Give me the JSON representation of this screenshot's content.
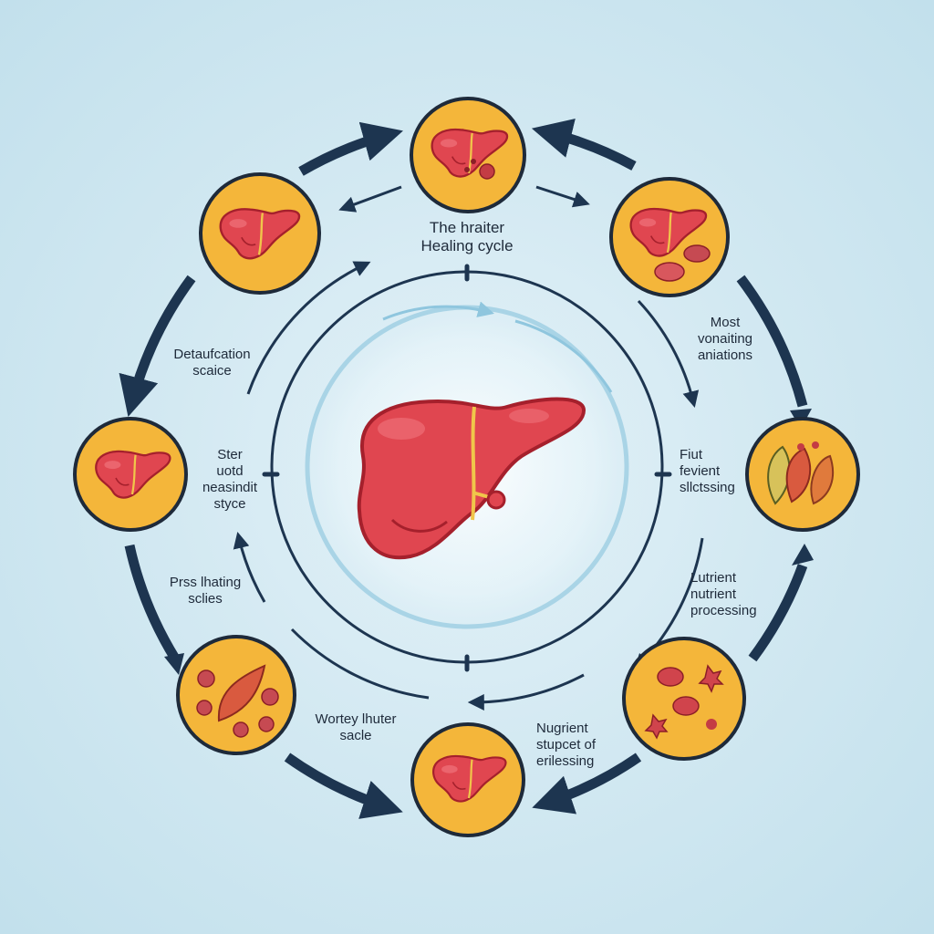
{
  "title": {
    "line1": "The hraiter",
    "line2": "Healing cycle"
  },
  "labels": {
    "top_right": [
      "Most",
      "vonaiting",
      "aniations"
    ],
    "right": [
      "Fiut",
      "fevient",
      "sllctssing"
    ],
    "lower_right": [
      "Lutrient",
      "nutrient",
      "processing"
    ],
    "bottom_right": [
      "Nugrient",
      "stupcet of",
      "erilessing"
    ],
    "bottom_left": [
      "Wortey lhuter",
      "sacle"
    ],
    "lower_left": [
      "Prss lhating",
      "sclies"
    ],
    "left": [
      "Ster",
      "uotd",
      "neasindit",
      "styce"
    ],
    "top_left": [
      "Detaufcation",
      "scaice"
    ]
  },
  "colors": {
    "background": "#cfe6f0",
    "ring_dark": "#1d3550",
    "ring_light": "#a9d4e6",
    "node_fill": "#f4b63a",
    "node_outline": "#1e2a3a",
    "liver_red": "#e04650",
    "liver_dark": "#b52732"
  },
  "icons": [
    "liver-with-fragments-icon",
    "liver-with-tissue-icon",
    "leaves-and-fruit-icon",
    "nutrient-particles-icon",
    "liver-icon",
    "cells-and-organ-icon",
    "liver-icon",
    "liver-icon"
  ]
}
